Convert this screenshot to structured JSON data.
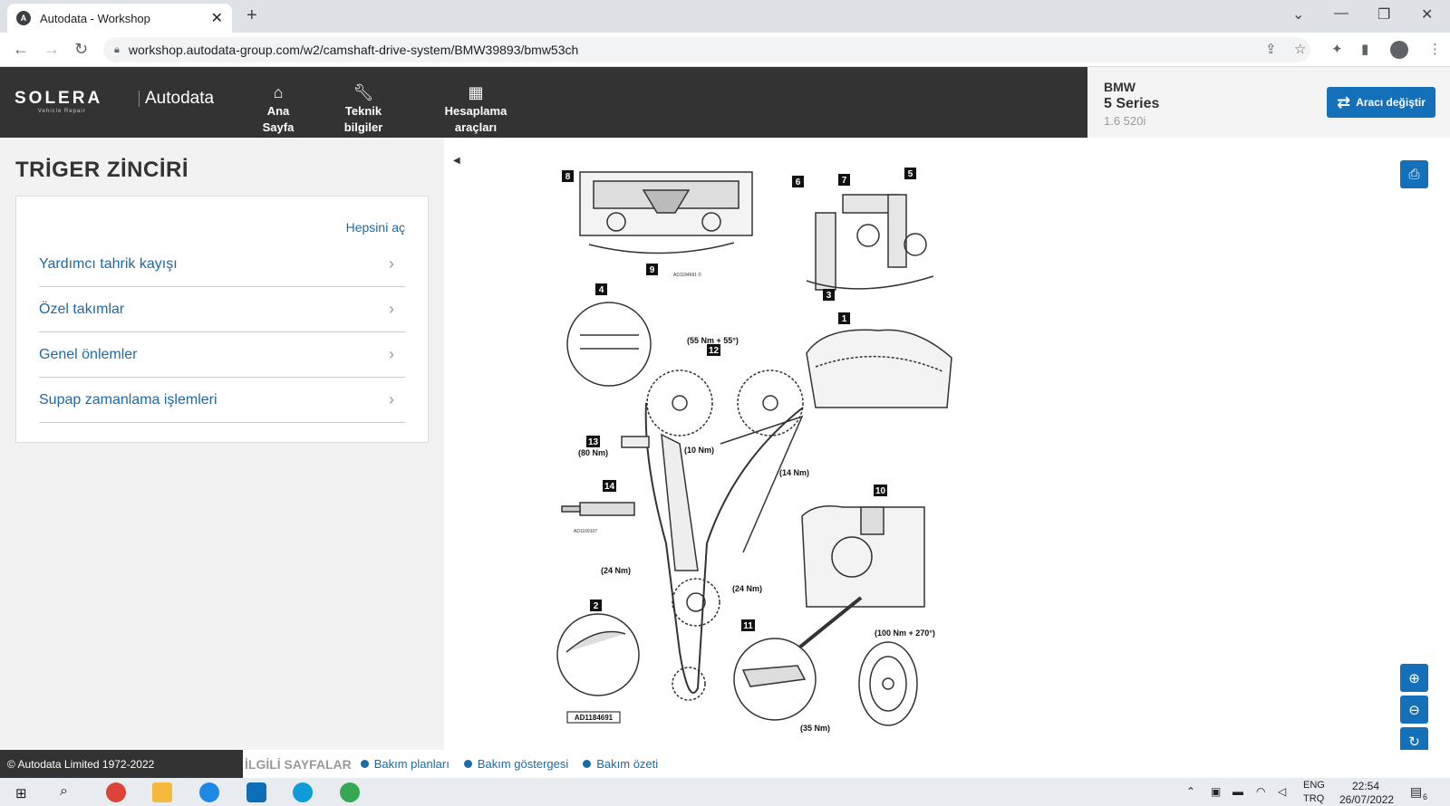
{
  "browser": {
    "tab_title": "Autodata - Workshop",
    "url": "workshop.autodata-group.com/w2/camshaft-drive-system/BMW39893/bmw53ch"
  },
  "header": {
    "brand": "SOLERA",
    "brand_sub": "Vehicle Repair",
    "product": "Autodata",
    "nav": [
      {
        "label": "Ana Sayfa",
        "icon": "home-icon"
      },
      {
        "label": "Teknik bilgiler",
        "icon": "wrench-icon"
      },
      {
        "label": "Hesaplama araçları",
        "icon": "calculator-icon"
      }
    ]
  },
  "vehicle": {
    "make": "BMW",
    "model": "5 Series",
    "engine": "1.6 520i",
    "change_label": "Aracı değiştir"
  },
  "page": {
    "title": "TRİGER ZİNCİRİ",
    "expand_all": "Hepsini aç",
    "items": [
      "Yardımcı tahrik kayışı",
      "Özel takımlar",
      "Genel önlemler",
      "Supap zamanlama işlemleri"
    ]
  },
  "diagram": {
    "callouts": [
      "8",
      "9",
      "6",
      "7",
      "5",
      "3",
      "4",
      "1",
      "12",
      "13",
      "14",
      "10",
      "11",
      "2"
    ],
    "torques": {
      "t12": "(55 Nm + 55°)",
      "t10a": "(10 Nm)",
      "t13": "(80 Nm)",
      "t14b": "(14 Nm)",
      "t24a": "(24 Nm)",
      "t24b": "(24 Nm)",
      "t100": "(100 Nm + 270°)",
      "t35": "(35 Nm)"
    },
    "ref_code": "AD1184691",
    "small_codes": [
      "AD1184691 ©",
      "AD1169107"
    ]
  },
  "footer": {
    "copyright": "© Autodata Limited 1972-2022",
    "related_header": "İLGİLİ SAYFALAR",
    "related_links": [
      "Bakım planları",
      "Bakım göstergesi",
      "Bakım özeti"
    ]
  },
  "taskbar": {
    "lang1": "ENG",
    "lang2": "TRQ",
    "time": "22:54",
    "date": "26/07/2022",
    "notif_count": "6"
  },
  "colors": {
    "accent": "#1470b8",
    "link": "#1a6aa8",
    "header_bg": "#333333"
  }
}
